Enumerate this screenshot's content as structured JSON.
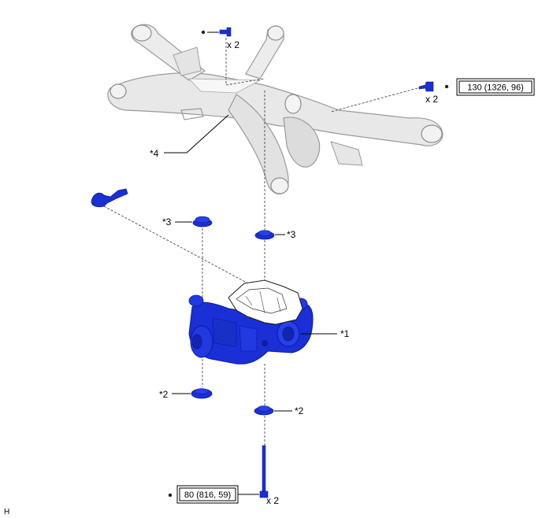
{
  "labels": {
    "subframe": "*4",
    "differential": "*1",
    "upper_left_cushion": "*3",
    "upper_right_cushion": "*3",
    "lower_left_cushion": "*2",
    "lower_right_cushion": "*2"
  },
  "quantities": {
    "top_bolt": "x 2",
    "right_bolt": "x 2",
    "bottom_bolt": "x 2"
  },
  "torque": {
    "right_bolt": "130 (1326, 96)",
    "bottom_bolt": "80 (816, 59)"
  },
  "corner_code": "H",
  "colors": {
    "part_blue": "#1a2fd6",
    "part_blue_dark": "#0a1a9a",
    "frame_gray": "#e6e6e6",
    "frame_stroke": "#9a9a9a"
  }
}
